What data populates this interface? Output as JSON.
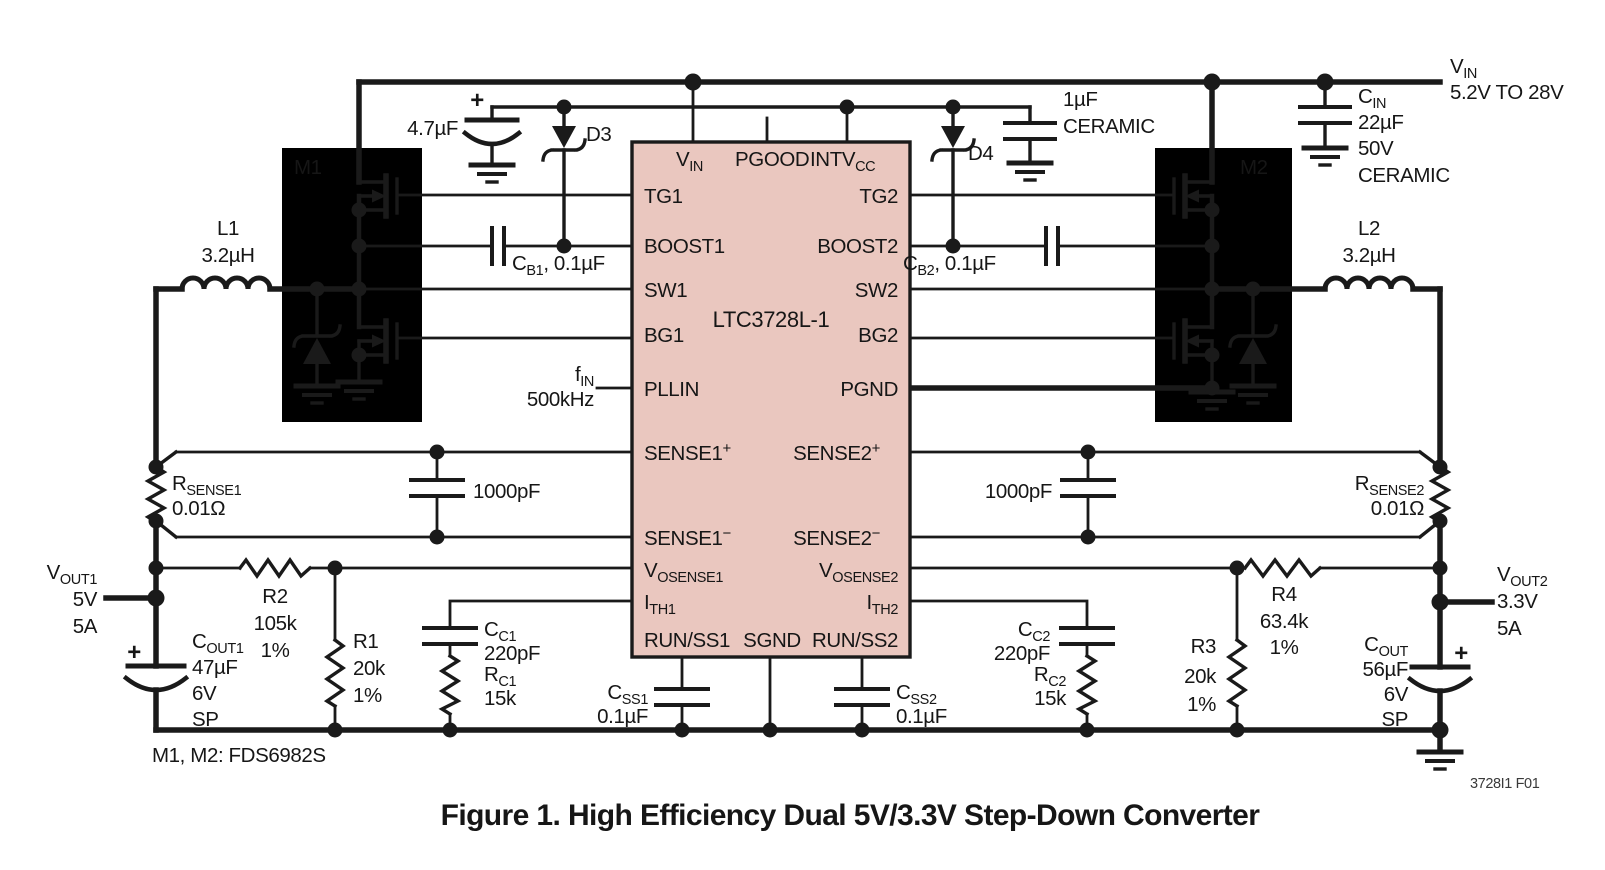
{
  "figure": {
    "caption": "Figure 1. High Efficiency Dual 5V/3.3V Step-Down Converter",
    "doc_code": "3728I1 F01",
    "mosfet_note": "M1, M2: FDS6982S"
  },
  "chip": {
    "name": "LTC3728L-1",
    "pins": {
      "top": {
        "vin": {
          "main": "V",
          "sub": "IN"
        },
        "pgood": "PGOOD",
        "intvcc": {
          "main": "INTV",
          "sub": "CC"
        }
      },
      "left": {
        "tg1": "TG1",
        "boost1": "BOOST1",
        "sw1": "SW1",
        "bg1": "BG1",
        "pllin": "PLLIN",
        "sense1_plus": {
          "main": "SENSE1",
          "sup": "+"
        },
        "sense1_minus": {
          "main": "SENSE1",
          "sup": "−"
        },
        "vosense1": {
          "main": "V",
          "sub": "OSENSE1"
        },
        "ith1": {
          "main": "I",
          "sub": "TH1"
        },
        "runss1": "RUN/SS1"
      },
      "right": {
        "tg2": "TG2",
        "boost2": "BOOST2",
        "sw2": "SW2",
        "bg2": "BG2",
        "pgnd": "PGND",
        "sense2_plus": {
          "main": "SENSE2",
          "sup": "+"
        },
        "sense2_minus": {
          "main": "SENSE2",
          "sup": "−"
        },
        "vosense2": {
          "main": "V",
          "sub": "OSENSE2"
        },
        "ith2": {
          "main": "I",
          "sub": "TH2"
        },
        "runss2": "RUN/SS2"
      },
      "bottom": {
        "sgnd": "SGND"
      }
    }
  },
  "components": {
    "vin_terminal": {
      "main": "V",
      "sub": "IN",
      "range": "5.2V TO 28V"
    },
    "cin": {
      "main": "C",
      "sub": "IN",
      "value": "22µF",
      "voltage": "50V",
      "type": "CERAMIC"
    },
    "cap_4u7": {
      "plus": "+",
      "value": "4.7µF"
    },
    "cap_1u": {
      "value": "1µF",
      "type": "CERAMIC"
    },
    "d3": "D3",
    "d4": "D4",
    "m1": "M1",
    "m2": "M2",
    "l1": {
      "name": "L1",
      "value": "3.2µH"
    },
    "l2": {
      "name": "L2",
      "value": "3.2µH"
    },
    "cb1": {
      "main": "C",
      "sub": "B1",
      "rest": ", 0.1µF"
    },
    "cb2": {
      "main": "C",
      "sub": "B2",
      "rest": ", 0.1µF"
    },
    "fin": {
      "main": "f",
      "sub": "IN",
      "value": "500kHz"
    },
    "rsense1": {
      "main": "R",
      "sub": "SENSE1",
      "value": "0.01Ω"
    },
    "rsense2": {
      "main": "R",
      "sub": "SENSE2",
      "value": "0.01Ω"
    },
    "cap1000_left": "1000pF",
    "cap1000_right": "1000pF",
    "vout1": {
      "main": "V",
      "sub": "OUT1",
      "voltage": "5V",
      "current": "5A"
    },
    "vout2": {
      "main": "V",
      "sub": "OUT2",
      "voltage": "3.3V",
      "current": "5A"
    },
    "r1": {
      "name": "R1",
      "value": "20k",
      "tol": "1%"
    },
    "r2": {
      "name": "R2",
      "value": "105k",
      "tol": "1%"
    },
    "r3": {
      "name": "R3",
      "value": "20k",
      "tol": "1%"
    },
    "r4": {
      "name": "R4",
      "value": "63.4k",
      "tol": "1%"
    },
    "cout1": {
      "plus": "+",
      "main": "C",
      "sub": "OUT1",
      "value": "47µF",
      "voltage": "6V",
      "type": "SP"
    },
    "cout2": {
      "plus": "+",
      "main": "C",
      "sub": "OUT",
      "value": "56µF",
      "voltage": "6V",
      "type": "SP"
    },
    "cc1": {
      "main": "C",
      "sub": "C1",
      "value": "220pF"
    },
    "cc2": {
      "main": "C",
      "sub": "C2",
      "value": "220pF"
    },
    "rc1": {
      "main": "R",
      "sub": "C1",
      "value": "15k"
    },
    "rc2": {
      "main": "R",
      "sub": "C2",
      "value": "15k"
    },
    "css1": {
      "main": "C",
      "sub": "SS1",
      "value": "0.1µF"
    },
    "css2": {
      "main": "C",
      "sub": "SS2",
      "value": "0.1µF"
    }
  },
  "colors": {
    "ink": "#1a1a1a",
    "chip_fill": "#eac7bf",
    "background": "#ffffff"
  }
}
